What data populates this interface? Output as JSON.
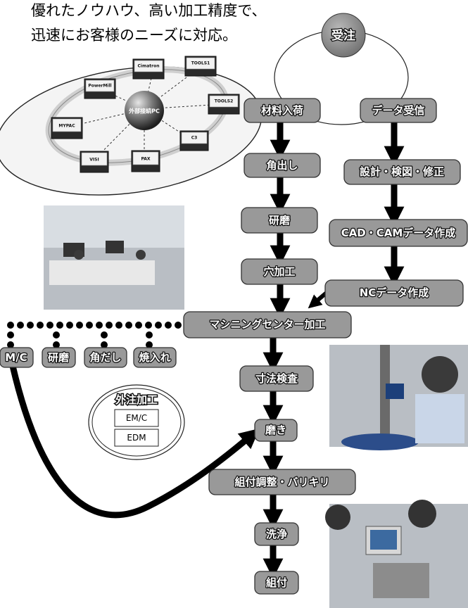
{
  "heading": {
    "line1": "優れたノウハウ、高い加工精度で、",
    "line2": "迅速にお客様のニーズに対応。"
  },
  "network": {
    "center": "外部接続PC",
    "terminals": [
      "Cimatron",
      "TOOLS1",
      "TOOLS2",
      "C3",
      "PAX",
      "VISI",
      "MYPAC",
      "PowerMill"
    ]
  },
  "order": {
    "label": "受注"
  },
  "flow_left": [
    "材料入荷",
    "角出し",
    "研磨",
    "穴加工"
  ],
  "flow_right": [
    "データ受信",
    "設計・検図・修正",
    "CAD・CAMデータ作成",
    "NCデータ作成"
  ],
  "machining": {
    "label": "マシニングセンター加工"
  },
  "branches": [
    "M/C",
    "研磨",
    "角だし",
    "焼入れ"
  ],
  "outsource": {
    "title": "外注加工",
    "items": [
      "EM/C",
      "EDM"
    ]
  },
  "flow_bottom": [
    "寸法検査",
    "磨き",
    "組付調整・バリキリ",
    "洗浄",
    "組付"
  ],
  "colors": {
    "box_fill": "#999999",
    "box_stroke": "#333333",
    "arrow": "#000000"
  }
}
